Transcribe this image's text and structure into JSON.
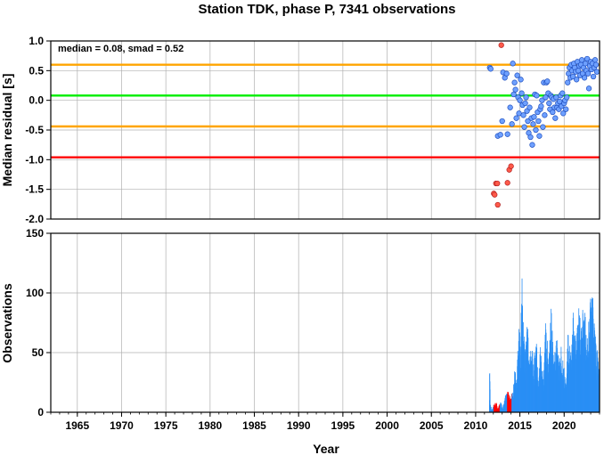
{
  "chart_data": [
    {
      "type": "scatter",
      "title": "Station TDK, phase P, 7341 observations",
      "xlabel": "",
      "ylabel": "Median residual [s]",
      "xlim": [
        1962,
        2024
      ],
      "ylim": [
        -2.0,
        1.0
      ],
      "y_ticks": [
        "1.0",
        "0.5",
        "0.0",
        "-0.5",
        "-1.0",
        "-1.5",
        "-2.0"
      ],
      "grid": true,
      "annotation": "median = 0.08, smad = 0.52",
      "reference_lines": [
        {
          "kind": "median",
          "y": 0.08,
          "color": "#00ee00"
        },
        {
          "kind": "upper",
          "y": 0.6,
          "color": "#ffa500"
        },
        {
          "kind": "lower",
          "y": -0.44,
          "color": "#ffa500"
        },
        {
          "kind": "outlier-threshold",
          "y": -0.96,
          "color": "#ff0000"
        }
      ],
      "colors": {
        "normal_fill": "#6ea0ff",
        "normal_edge": "#1f4fbf",
        "outlier_fill": "#ff5a4a",
        "outlier_edge": "#b22222"
      },
      "outliers": [
        [
          2012.05,
          -1.57
        ],
        [
          2012.15,
          -1.59
        ],
        [
          2012.3,
          -1.4
        ],
        [
          2012.45,
          -1.4
        ],
        [
          2012.5,
          -1.76
        ],
        [
          2012.9,
          0.93
        ],
        [
          2013.6,
          -1.39
        ],
        [
          2013.8,
          -1.17
        ],
        [
          2014.0,
          -1.11
        ]
      ],
      "points": [
        [
          2011.6,
          0.55
        ],
        [
          2011.7,
          0.53
        ],
        [
          2012.5,
          -0.6
        ],
        [
          2012.8,
          -0.58
        ],
        [
          2013.0,
          -0.35
        ],
        [
          2013.1,
          0.47
        ],
        [
          2013.3,
          0.38
        ],
        [
          2013.5,
          0.45
        ],
        [
          2013.6,
          -0.57
        ],
        [
          2013.9,
          -0.12
        ],
        [
          2014.1,
          -0.4
        ],
        [
          2014.2,
          0.62
        ],
        [
          2014.3,
          0.1
        ],
        [
          2014.4,
          0.3
        ],
        [
          2014.5,
          0.18
        ],
        [
          2014.6,
          -0.3
        ],
        [
          2014.7,
          0.42
        ],
        [
          2014.8,
          0.05
        ],
        [
          2014.9,
          -0.22
        ],
        [
          2015.0,
          0.0
        ],
        [
          2015.1,
          0.35
        ],
        [
          2015.2,
          0.12
        ],
        [
          2015.3,
          -0.08
        ],
        [
          2015.4,
          -0.25
        ],
        [
          2015.5,
          -0.45
        ],
        [
          2015.6,
          -0.05
        ],
        [
          2015.7,
          0.05
        ],
        [
          2015.8,
          -0.18
        ],
        [
          2015.9,
          -0.35
        ],
        [
          2016.0,
          -0.55
        ],
        [
          2016.1,
          -0.12
        ],
        [
          2016.2,
          -0.62
        ],
        [
          2016.3,
          -0.3
        ],
        [
          2016.4,
          -0.75
        ],
        [
          2016.5,
          -0.4
        ],
        [
          2016.6,
          -0.28
        ],
        [
          2016.7,
          0.1
        ],
        [
          2016.8,
          -0.5
        ],
        [
          2016.9,
          0.08
        ],
        [
          2017.0,
          -0.2
        ],
        [
          2017.1,
          -0.35
        ],
        [
          2017.2,
          -0.6
        ],
        [
          2017.3,
          -0.15
        ],
        [
          2017.4,
          -0.1
        ],
        [
          2017.5,
          0.0
        ],
        [
          2017.6,
          -0.45
        ],
        [
          2017.7,
          0.3
        ],
        [
          2017.8,
          -0.25
        ],
        [
          2017.9,
          0.05
        ],
        [
          2018.0,
          0.3
        ],
        [
          2018.1,
          0.32
        ],
        [
          2018.2,
          0.12
        ],
        [
          2018.3,
          -0.05
        ],
        [
          2018.4,
          -0.15
        ],
        [
          2018.5,
          0.08
        ],
        [
          2018.6,
          0.05
        ],
        [
          2018.7,
          -0.2
        ],
        [
          2018.8,
          0.02
        ],
        [
          2018.9,
          -0.12
        ],
        [
          2019.0,
          -0.3
        ],
        [
          2019.1,
          0.05
        ],
        [
          2019.2,
          -0.12
        ],
        [
          2019.3,
          -0.05
        ],
        [
          2019.4,
          -0.15
        ],
        [
          2019.5,
          -0.02
        ],
        [
          2019.6,
          0.08
        ],
        [
          2019.7,
          -0.1
        ],
        [
          2019.8,
          0.12
        ],
        [
          2019.9,
          -0.22
        ],
        [
          2020.0,
          -0.05
        ],
        [
          2020.1,
          0.0
        ],
        [
          2020.2,
          -0.15
        ],
        [
          2020.3,
          0.05
        ],
        [
          2020.4,
          0.3
        ],
        [
          2020.5,
          0.45
        ],
        [
          2020.6,
          0.55
        ],
        [
          2020.7,
          0.38
        ],
        [
          2020.8,
          0.6
        ],
        [
          2020.9,
          0.5
        ],
        [
          2021.0,
          0.4
        ],
        [
          2021.1,
          0.62
        ],
        [
          2021.2,
          0.55
        ],
        [
          2021.3,
          0.48
        ],
        [
          2021.4,
          0.35
        ],
        [
          2021.5,
          0.65
        ],
        [
          2021.6,
          0.5
        ],
        [
          2021.7,
          0.58
        ],
        [
          2021.8,
          0.42
        ],
        [
          2021.9,
          0.6
        ],
        [
          2022.0,
          0.68
        ],
        [
          2022.1,
          0.45
        ],
        [
          2022.2,
          0.55
        ],
        [
          2022.3,
          0.38
        ],
        [
          2022.4,
          0.62
        ],
        [
          2022.5,
          0.5
        ],
        [
          2022.6,
          0.7
        ],
        [
          2022.7,
          0.45
        ],
        [
          2022.8,
          0.2
        ],
        [
          2022.9,
          0.58
        ],
        [
          2023.0,
          0.65
        ],
        [
          2023.1,
          0.52
        ],
        [
          2023.2,
          0.62
        ],
        [
          2023.3,
          0.4
        ],
        [
          2023.4,
          0.55
        ],
        [
          2023.5,
          0.68
        ],
        [
          2023.6,
          0.6
        ],
        [
          2023.7,
          0.48
        ]
      ]
    },
    {
      "type": "bar",
      "title": "",
      "xlabel": "Year",
      "ylabel": "Observations",
      "xlim": [
        1962,
        2024
      ],
      "ylim": [
        0,
        150
      ],
      "x_ticks": [
        "1965",
        "1970",
        "1975",
        "1980",
        "1985",
        "1990",
        "1995",
        "2000",
        "2005",
        "2010",
        "2015",
        "2020"
      ],
      "y_ticks": [
        "150",
        "100",
        "50",
        "0"
      ],
      "grid": true,
      "colors": {
        "normal": "#2a8ff5",
        "outlier": "#ff0000"
      },
      "outlier_ranges": [
        [
          2012.0,
          2012.7
        ],
        [
          2013.55,
          2014.05
        ]
      ],
      "bin_width_years": 0.0192,
      "anchors": [
        [
          2011.5,
          0
        ],
        [
          2011.55,
          55
        ],
        [
          2011.62,
          8
        ],
        [
          2011.8,
          2
        ],
        [
          2012.0,
          6
        ],
        [
          2012.3,
          9
        ],
        [
          2012.5,
          4
        ],
        [
          2012.8,
          10
        ],
        [
          2013.0,
          3
        ],
        [
          2013.3,
          14
        ],
        [
          2013.6,
          18
        ],
        [
          2013.9,
          12
        ],
        [
          2014.2,
          20
        ],
        [
          2014.4,
          40
        ],
        [
          2014.6,
          25
        ],
        [
          2014.8,
          85
        ],
        [
          2015.0,
          60
        ],
        [
          2015.2,
          115
        ],
        [
          2015.4,
          70
        ],
        [
          2015.6,
          55
        ],
        [
          2015.8,
          90
        ],
        [
          2016.0,
          45
        ],
        [
          2016.2,
          65
        ],
        [
          2016.5,
          40
        ],
        [
          2016.8,
          75
        ],
        [
          2017.0,
          30
        ],
        [
          2017.3,
          60
        ],
        [
          2017.6,
          28
        ],
        [
          2017.9,
          85
        ],
        [
          2018.2,
          50
        ],
        [
          2018.5,
          95
        ],
        [
          2018.8,
          40
        ],
        [
          2019.1,
          70
        ],
        [
          2019.4,
          45
        ],
        [
          2019.7,
          60
        ],
        [
          2020.0,
          35
        ],
        [
          2020.2,
          25
        ],
        [
          2020.4,
          70
        ],
        [
          2020.7,
          55
        ],
        [
          2021.0,
          85
        ],
        [
          2021.3,
          60
        ],
        [
          2021.6,
          90
        ],
        [
          2021.9,
          70
        ],
        [
          2022.2,
          100
        ],
        [
          2022.5,
          60
        ],
        [
          2022.8,
          85
        ],
        [
          2023.1,
          118
        ],
        [
          2023.4,
          70
        ],
        [
          2023.7,
          55
        ],
        [
          2023.95,
          40
        ]
      ]
    }
  ]
}
